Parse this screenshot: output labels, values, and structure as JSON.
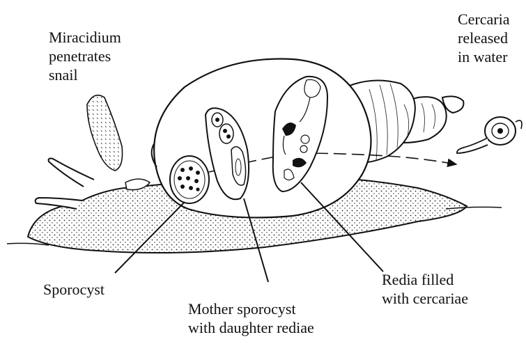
{
  "labels": {
    "miracidium": [
      "Miracidium",
      "penetrates",
      "snail"
    ],
    "cercaria": [
      "Cercaria",
      "released",
      "in water"
    ],
    "sporocyst": "Sporocyst",
    "mother_sporocyst": [
      "Mother sporocyst",
      "with daughter rediae"
    ],
    "redia": [
      "Redia filled",
      "with cercariae"
    ]
  },
  "colors": {
    "ink": "#111111",
    "background": "#ffffff"
  }
}
